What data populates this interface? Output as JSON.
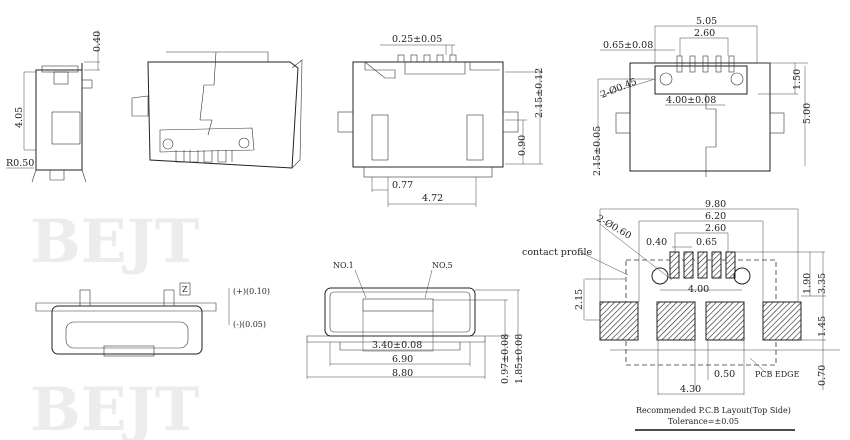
{
  "watermark": "BEJT",
  "side_view": {
    "dim_top": "0.40",
    "dim_height": "4.05",
    "radius": "R0.50"
  },
  "front_view": {
    "pin_width": "0.25±0.05",
    "dim_215": "2.15±0.12",
    "dim_090": "0.90",
    "dim_077": "0.77",
    "dim_472": "4.72"
  },
  "top_view": {
    "dim_505": "5.05",
    "dim_260": "2.60",
    "pitch": "0.65±0.08",
    "holes": "2-Ø0.45",
    "dim_400": "4.00±0.08",
    "dim_150": "1.50",
    "dim_500": "5.00",
    "dim_215": "2.15±0.05"
  },
  "flatness_view": {
    "datum": "Z",
    "plus_tol": "(+)(0.10)",
    "minus_tol": "(-)(0.05)"
  },
  "opening_view": {
    "pin1": "NO.1",
    "pin5": "NO.5",
    "dim_340": "3.40±0.08",
    "dim_690": "6.90",
    "dim_880": "8.80",
    "dim_097": "0.97±0.08",
    "dim_185": "1.85±0.08"
  },
  "pcb_layout": {
    "dim_980": "9.80",
    "dim_620": "6.20",
    "dim_260": "2.60",
    "dim_040": "0.40",
    "dim_065": "0.65",
    "holes": "2-Ø0.60",
    "contact_profile": "contact profile",
    "dim_400": "4.00",
    "dim_215": "2.15",
    "dim_190": "1.90",
    "dim_335": "3.35",
    "dim_145": "1.45",
    "dim_070": "0.70",
    "dim_050": "0.50",
    "dim_430": "4.30",
    "pcb_edge": "PCB EDGE",
    "caption": "Recommended P.C.B Layout(Top Side)",
    "tolerance": "Tolerance=±0.05"
  }
}
